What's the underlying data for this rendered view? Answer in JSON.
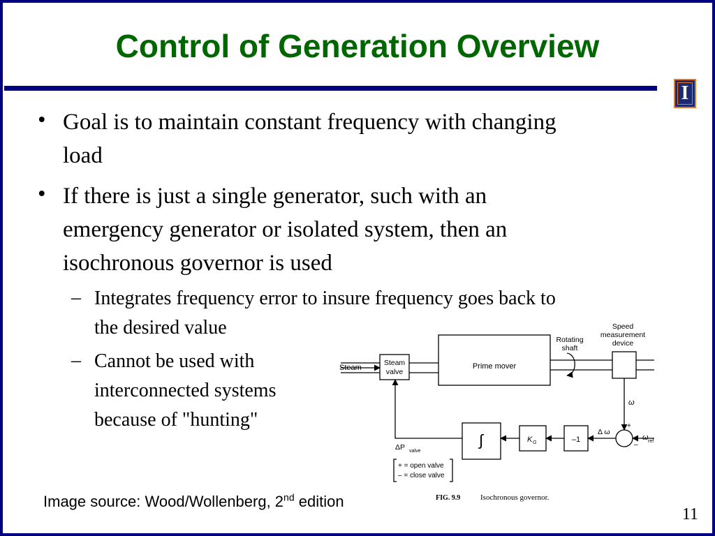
{
  "slide": {
    "title": "Control of Generation Overview",
    "logo_letter": "I",
    "bullets": [
      {
        "lines": [
          "Goal is to maintain constant frequency with changing",
          "load"
        ]
      },
      {
        "lines": [
          "If there is just a single generator, such with an",
          "emergency generator or isolated system, then an",
          "isochronous governor is used"
        ]
      }
    ],
    "sub_bullets": [
      {
        "lines": [
          "Integrates frequency error to insure frequency goes back to",
          "the desired value"
        ]
      },
      {
        "lines": [
          "Cannot be used with",
          "interconnected systems",
          "because of \"hunting\""
        ]
      }
    ],
    "bullet_symbol": "•",
    "dash_symbol": "–",
    "source_prefix": "Image source: Wood/Wollenberg, 2",
    "source_sup": "nd",
    "source_suffix": " edition",
    "page_number": "11"
  },
  "figure": {
    "steam": "Steam",
    "steam_valve_line1": "Steam",
    "steam_valve_line2": "valve",
    "prime_mover": "Prime mover",
    "rotating_shaft_line1": "Rotating",
    "rotating_shaft_line2": "shaft",
    "speed_line1": "Speed",
    "speed_line2": "measurement",
    "speed_line3": "device",
    "omega": "ω",
    "delta_omega": "Δ ω",
    "omega_ref": "ω",
    "omega_ref_sub": "ref",
    "plus": "+",
    "minus": "–",
    "integrator": "∫",
    "kg": "K",
    "kg_sub": "G",
    "neg_one": "–1",
    "delta_p": "ΔP",
    "delta_p_sub": "valve",
    "legend_line1": "+ = open valve",
    "legend_line2": "– = close valve",
    "caption_fig": "FIG. 9.9",
    "caption_text": "Isochronous governor."
  },
  "colors": {
    "title": "#006600",
    "rule": "#000080",
    "logo_bg": "#1a2a6c",
    "logo_accent": "#e87722"
  }
}
